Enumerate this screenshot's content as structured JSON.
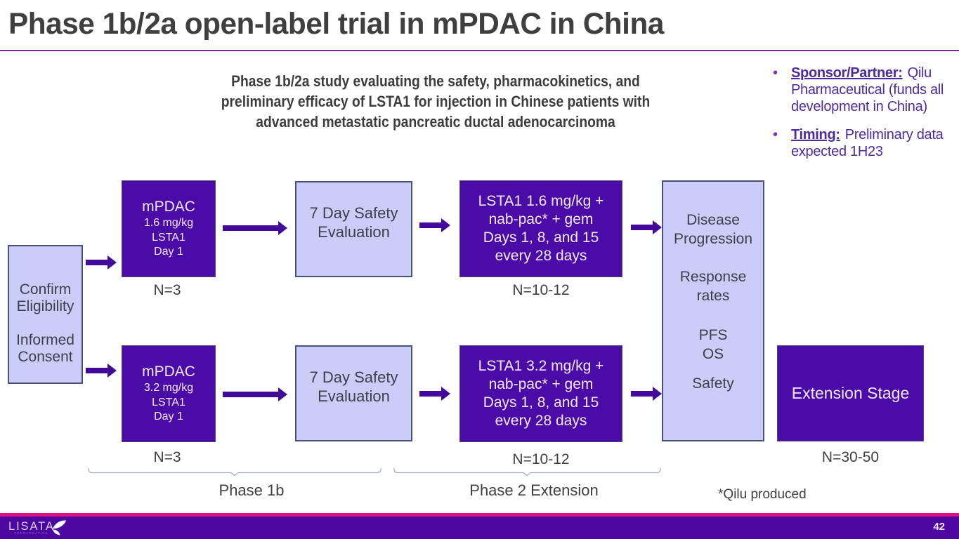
{
  "slide": {
    "title": "Phase 1b/2a open-label trial in mPDAC in China",
    "subtitle_lines": [
      "Phase 1b/2a study evaluating the safety, pharmacokinetics, and",
      "preliminary efficacy of LSTA1 for injection in Chinese patients with",
      "advanced metastatic pancreatic ductal adenocarcinoma"
    ],
    "bullets": [
      {
        "label": "Sponsor/Partner:",
        "text": "Qilu Pharmaceutical (funds all development in China)"
      },
      {
        "label": "Timing:",
        "text": "Preliminary data expected 1H23"
      }
    ],
    "footnote": "*Qilu produced",
    "page_number": "42",
    "logo": {
      "name": "LISATA",
      "sub": "THERAPEUTICS"
    },
    "bullet_marker": "•"
  },
  "flow": {
    "entry_box": {
      "lines": [
        "Confirm",
        "Eligibility",
        "",
        "Informed",
        "Consent"
      ]
    },
    "arm1": {
      "title": "mPDAC",
      "lines": [
        "1.6 mg/kg",
        "LSTA1",
        "Day 1"
      ],
      "n": "N=3"
    },
    "arm2": {
      "title": "mPDAC",
      "lines": [
        "3.2 mg/kg",
        "LSTA1",
        "Day 1"
      ],
      "n": "N=3"
    },
    "safety": {
      "lines": [
        "7 Day Safety",
        "Evaluation"
      ]
    },
    "combo1": {
      "lines": [
        "LSTA1 1.6 mg/kg +",
        "nab-pac* + gem",
        "Days 1, 8, and 15",
        "every 28 days"
      ],
      "n": "N=10-12"
    },
    "combo2": {
      "lines": [
        "LSTA1 3.2 mg/kg +",
        "nab-pac* + gem",
        "Days 1, 8, and 15",
        "every 28 days"
      ],
      "n": "N=10-12"
    },
    "outcomes": {
      "groups": [
        [
          "Disease",
          "Progression"
        ],
        [
          "Response",
          "rates"
        ],
        [
          "PFS",
          "OS"
        ],
        [
          "Safety"
        ]
      ]
    },
    "extension": {
      "label": "Extension Stage",
      "n": "N=30-50"
    },
    "phase1_label": "Phase 1b",
    "phase2_label": "Phase 2 Extension"
  },
  "colors": {
    "box_dark_purple": "#4a0ba6",
    "box_light_lavender": "#cbccf8",
    "box_light_border": "#47527d",
    "arrow_purple": "#42099b",
    "title_text": "#3f3f3f",
    "title_rule_purple": "#7a22ac",
    "bullet_text_purple": "#4c2ba2",
    "footer_pink": "#e00e7c",
    "footer_purple": "#4d07a1",
    "bracket_periwinkle": "#9aa3cf"
  }
}
